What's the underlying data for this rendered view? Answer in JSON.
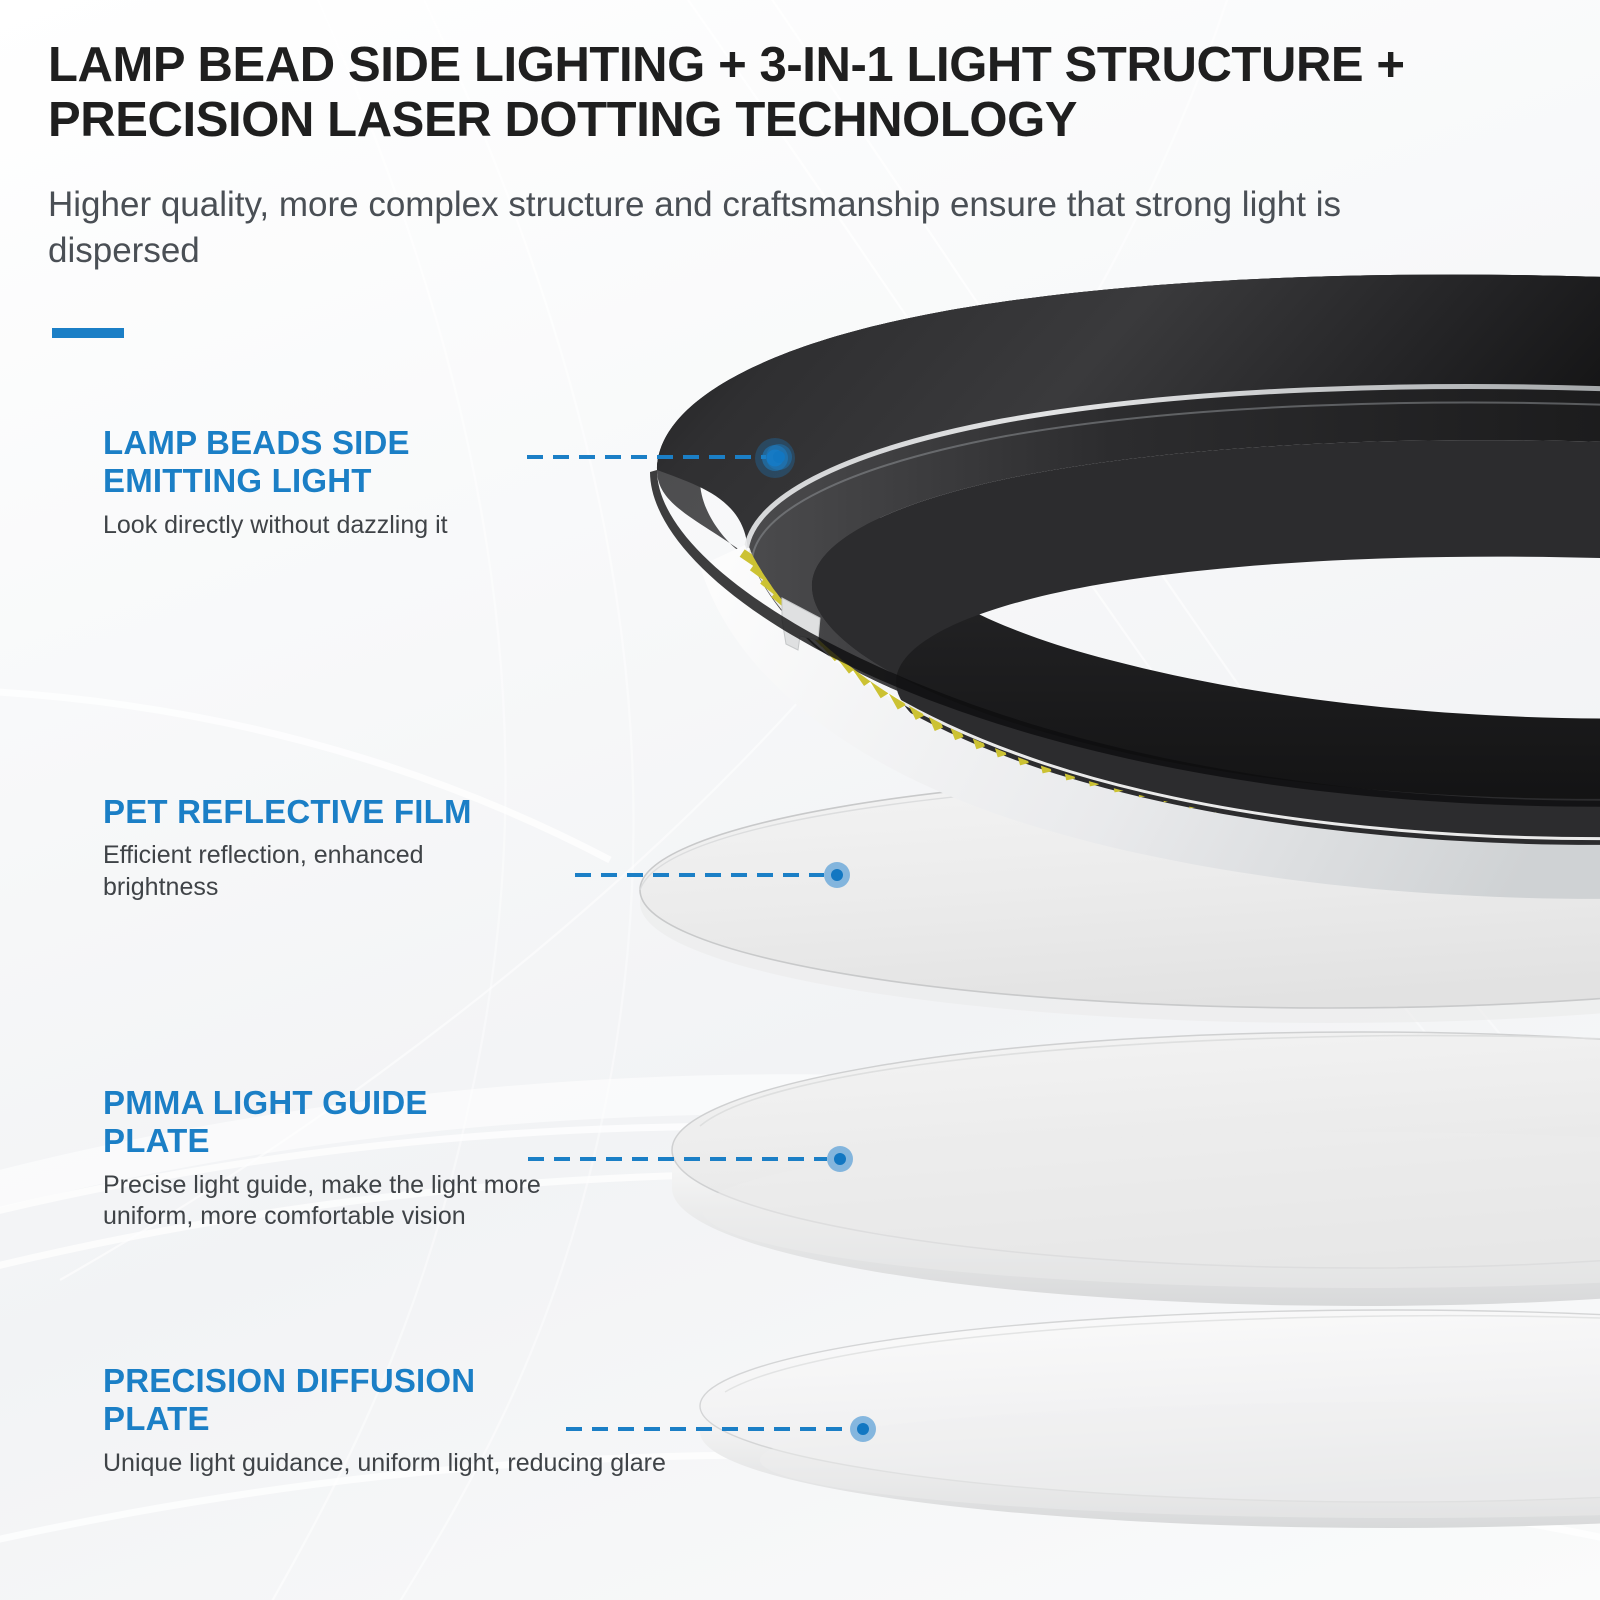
{
  "header": {
    "title": "LAMP BEAD SIDE LIGHTING + 3-IN-1 LIGHT STRUCTURE + PRECISION LASER DOTTING TECHNOLOGY",
    "subtitle": "Higher quality, more complex structure and craftsmanship ensure that strong light is dispersed"
  },
  "colors": {
    "accent_blue": "#1b7fc6",
    "title_black": "#1f1f1f",
    "body_gray": "#3f4347",
    "subtitle_gray": "#4a4f55",
    "bezel_black": "#2b2b2b",
    "led_yellow": "#ccc233",
    "plate_gray": "#eeeeee",
    "background": "#f7f8f9"
  },
  "features": [
    {
      "title": "LAMP BEADS SIDE\nEMITTING LIGHT",
      "desc": "Look directly without dazzling it",
      "marker": "callout-dot"
    },
    {
      "title": "PET REFLECTIVE FILM",
      "desc": "Efficient reflection, enhanced\nbrightness",
      "marker": "callout-dot"
    },
    {
      "title": "PMMA LIGHT GUIDE\nPLATE",
      "desc": "Precise light guide, make the light more\nuniform, more comfortable vision",
      "marker": "callout-dot"
    },
    {
      "title": "PRECISION DIFFUSION\nPLATE",
      "desc": "Unique light guidance, uniform light, reducing glare",
      "marker": "callout-dot"
    }
  ],
  "artwork": {
    "ring_label": "led-ring-bezel",
    "led_strip_label": "led-bead-strip",
    "layers": [
      "pet-reflective-film-disc",
      "pmma-light-guide-plate-disc",
      "precision-diffusion-plate-disc"
    ]
  }
}
